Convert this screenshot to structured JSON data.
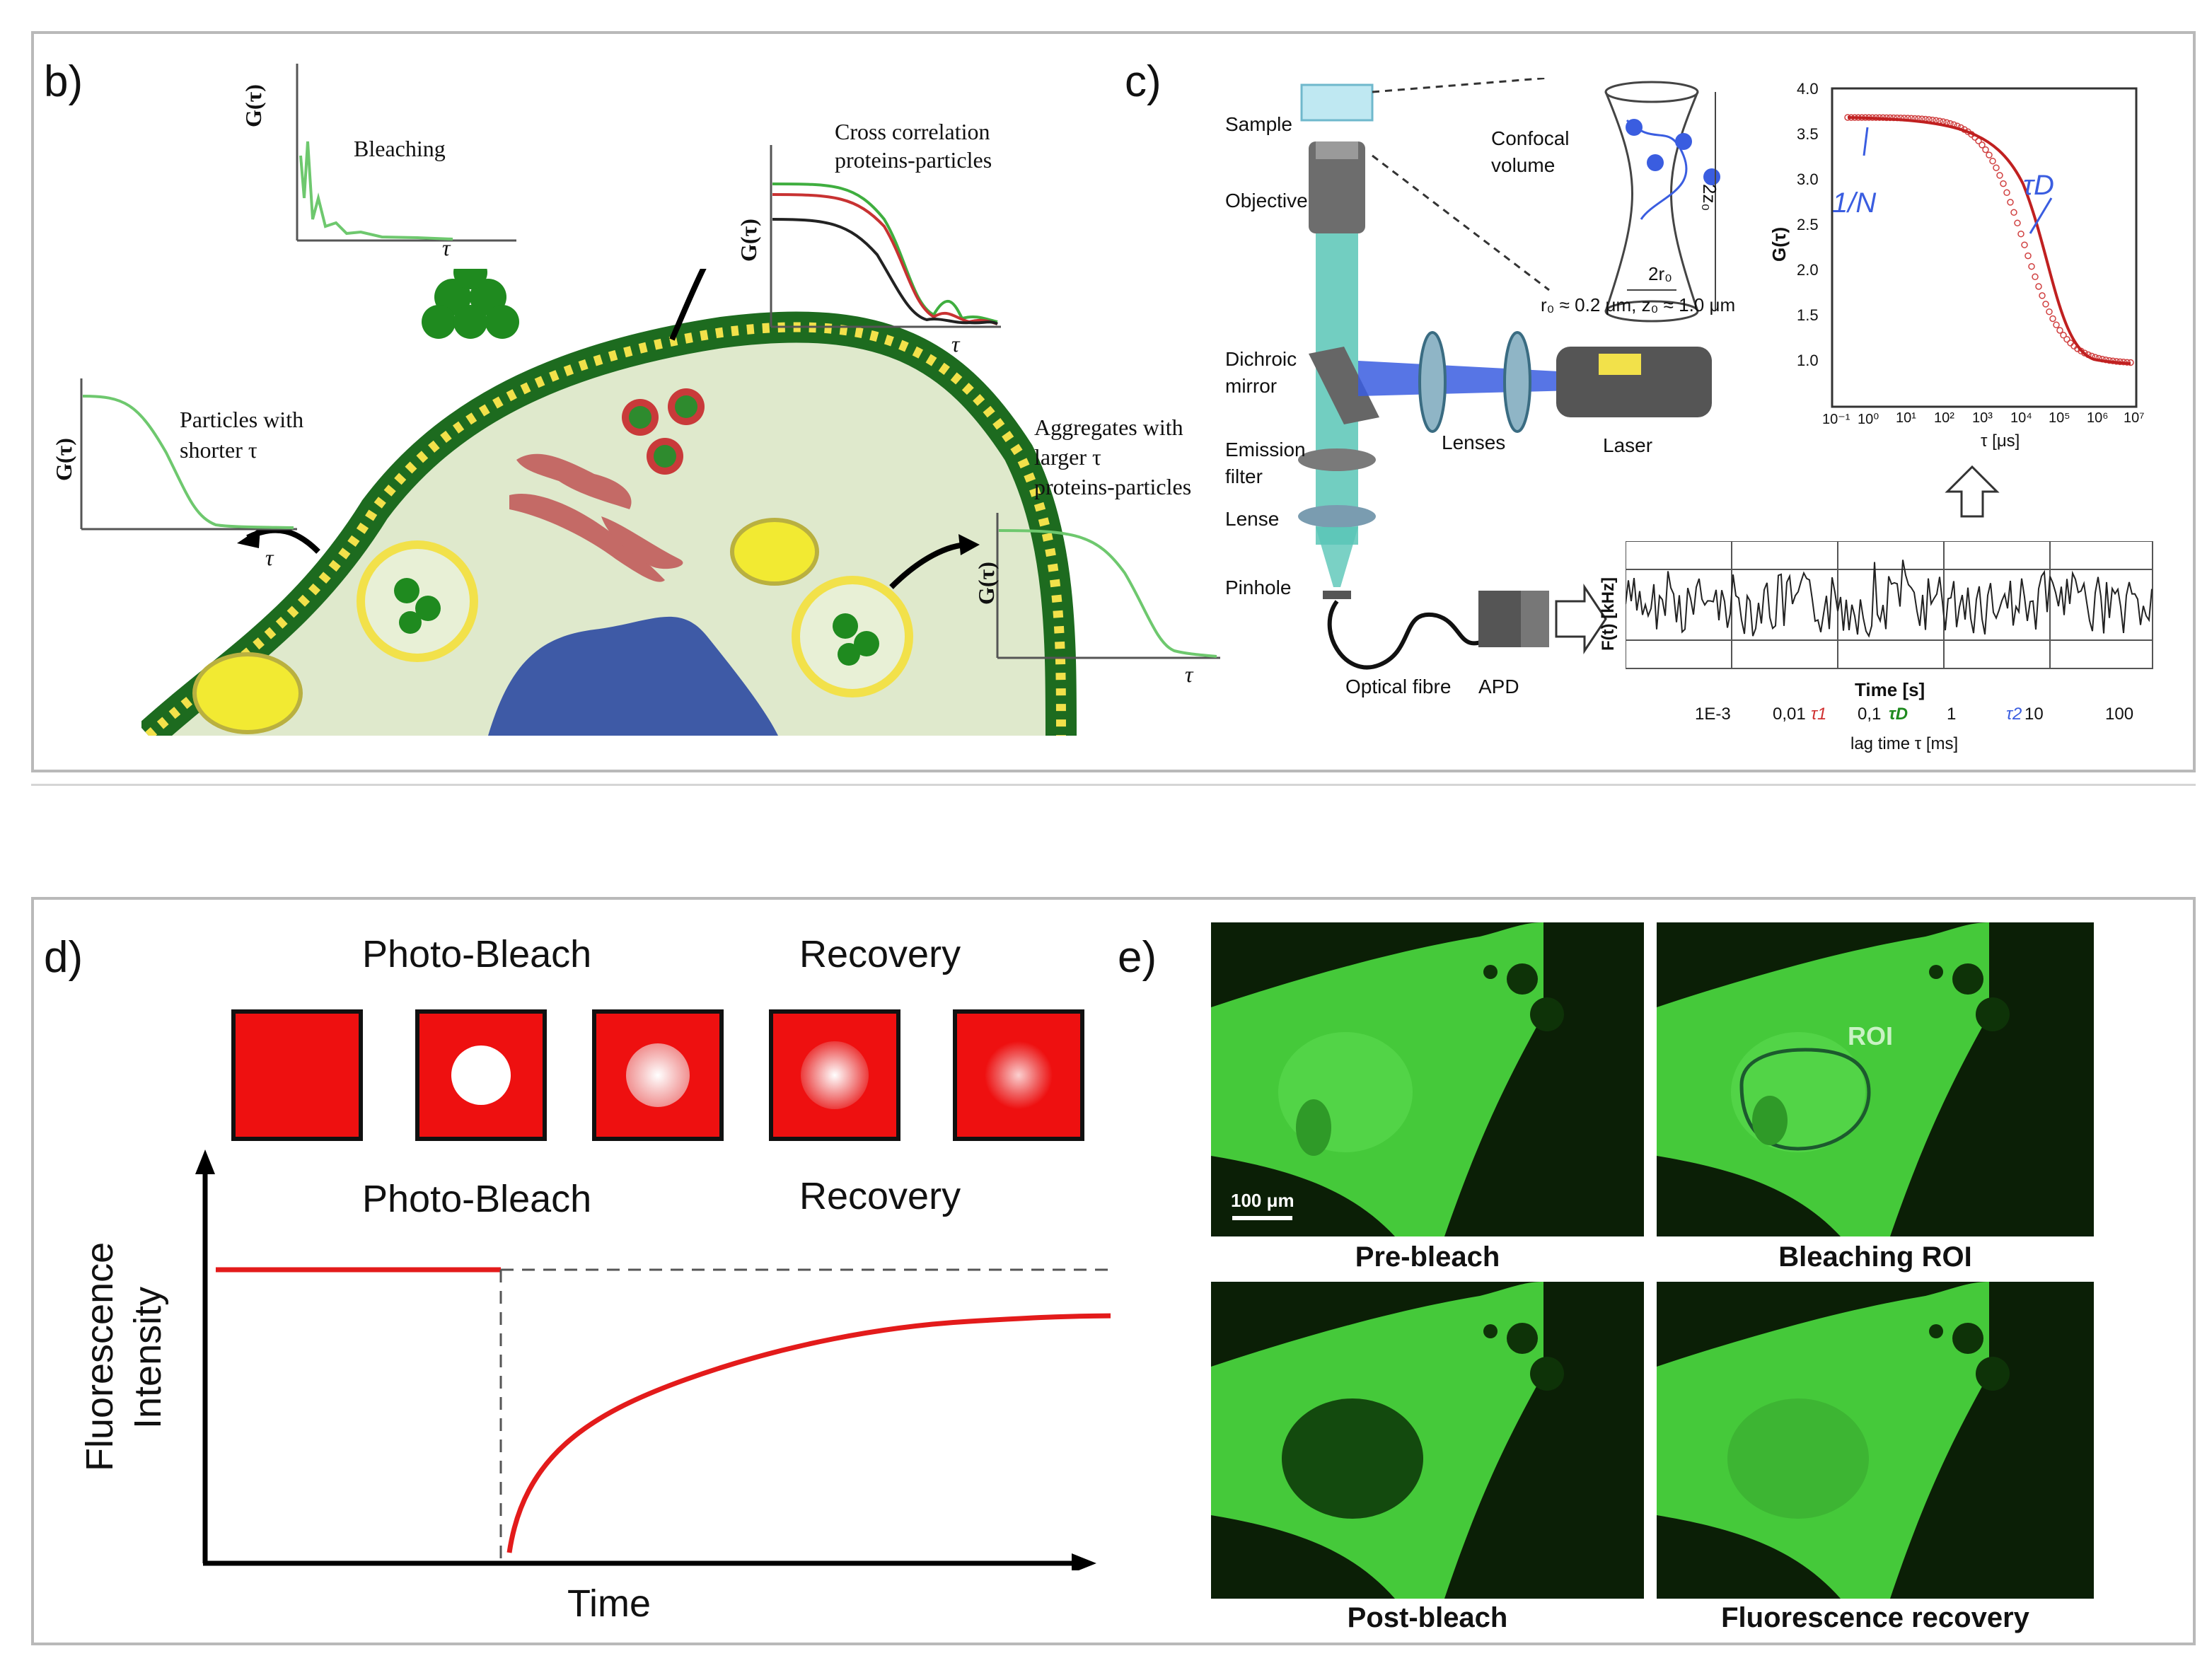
{
  "panel_b": {
    "label": "b)",
    "bleaching": {
      "title": "Bleaching",
      "ylabel": "G(τ)",
      "xlabel": "τ"
    },
    "cross": {
      "title_line1": "Cross correlation",
      "title_line2": "proteins-particles",
      "ylabel": "G(τ)",
      "xlabel": "τ"
    },
    "particles": {
      "title_line1": "Particles with",
      "title_line2": "shorter τ",
      "ylabel": "G(τ)",
      "xlabel": "τ"
    },
    "aggregates": {
      "title_line1": "Aggregates with",
      "title_line2": "larger τ",
      "title_line3": "proteins-particles",
      "ylabel": "G(τ)",
      "xlabel": "τ"
    }
  },
  "panel_c": {
    "label": "c)",
    "setup": {
      "sample": "Sample",
      "objective": "Objective",
      "dichroic_1": "Dichroic",
      "dichroic_2": "mirror",
      "emission_1": "Emission",
      "emission_2": "filter",
      "lense": "Lense",
      "pinhole": "Pinhole",
      "optical_fibre": "Optical fibre",
      "apd": "APD",
      "lenses": "Lenses",
      "laser": "Laser",
      "confocal_1": "Confocal",
      "confocal_2": "volume",
      "z_dim": "2z₀",
      "r_dim": "2r₀",
      "dimensions": "r₀ ≈ 0.2 μm, z₀ ≈ 1.0 μm"
    },
    "fcs_plot": {
      "ylabel": "G(τ)",
      "xlabel": "τ [μs]",
      "y_ticks": [
        "4.0",
        "3.5",
        "3.0",
        "2.5",
        "2.0",
        "1.5",
        "1.0"
      ],
      "x_ticks": [
        "10⁻¹",
        "10⁰",
        "10¹",
        "10²",
        "10³",
        "10⁴",
        "10⁵",
        "10⁶",
        "10⁷"
      ],
      "annotation_n": "1/N",
      "annotation_td": "τD"
    },
    "trace": {
      "ylabel": "F(t) [kHz]",
      "xlabel": "Time [s]",
      "lag_ticks": [
        "1E-3",
        "0,01",
        "τ1",
        "0,1",
        "τD",
        "1",
        "τ2",
        "10",
        "100"
      ],
      "lag_label": "lag time τ [ms]"
    }
  },
  "panel_d": {
    "label": "d)",
    "header_photobleach": "Photo-Bleach",
    "header_recovery": "Recovery",
    "plot_photobleach": "Photo-Bleach",
    "plot_recovery": "Recovery",
    "ylabel_1": "Fluorescence",
    "ylabel_2": "Intensity",
    "xlabel": "Time",
    "colors": {
      "square": "#ee1010",
      "curve": "#e31b1b"
    }
  },
  "panel_e": {
    "label": "e)",
    "scale_bar": "100 μm",
    "roi": "ROI",
    "captions": [
      "Pre-bleach",
      "Bleaching ROI",
      "Post-bleach",
      "Fluorescence recovery"
    ]
  }
}
